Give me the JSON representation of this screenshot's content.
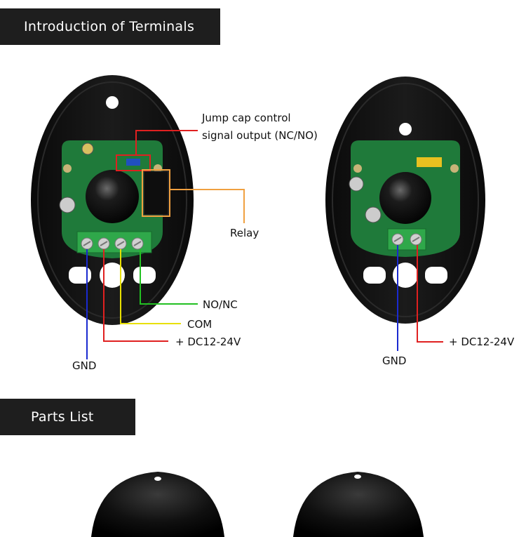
{
  "sections": {
    "terminals_title": "Introduction of Terminals",
    "parts_title": "Parts List"
  },
  "left_diagram": {
    "callout_jump_line1": "Jump cap control",
    "callout_jump_line2": "signal output (NC/NO)",
    "callout_relay": "Relay",
    "callout_nonc": "NO/NC",
    "callout_com": "COM",
    "callout_power": "+ DC12-24V",
    "callout_gnd": "GND"
  },
  "right_diagram": {
    "callout_power": "+ DC12-24V",
    "callout_gnd": "GND"
  },
  "colors": {
    "header_bg": "#1e1e1e",
    "wire_red": "#e02020",
    "wire_orange": "#f0a040",
    "wire_green": "#22c022",
    "wire_yellow": "#e8e000",
    "wire_blue": "#1a2ad0",
    "housing": "#111111",
    "pcb": "#1f7a3a"
  }
}
